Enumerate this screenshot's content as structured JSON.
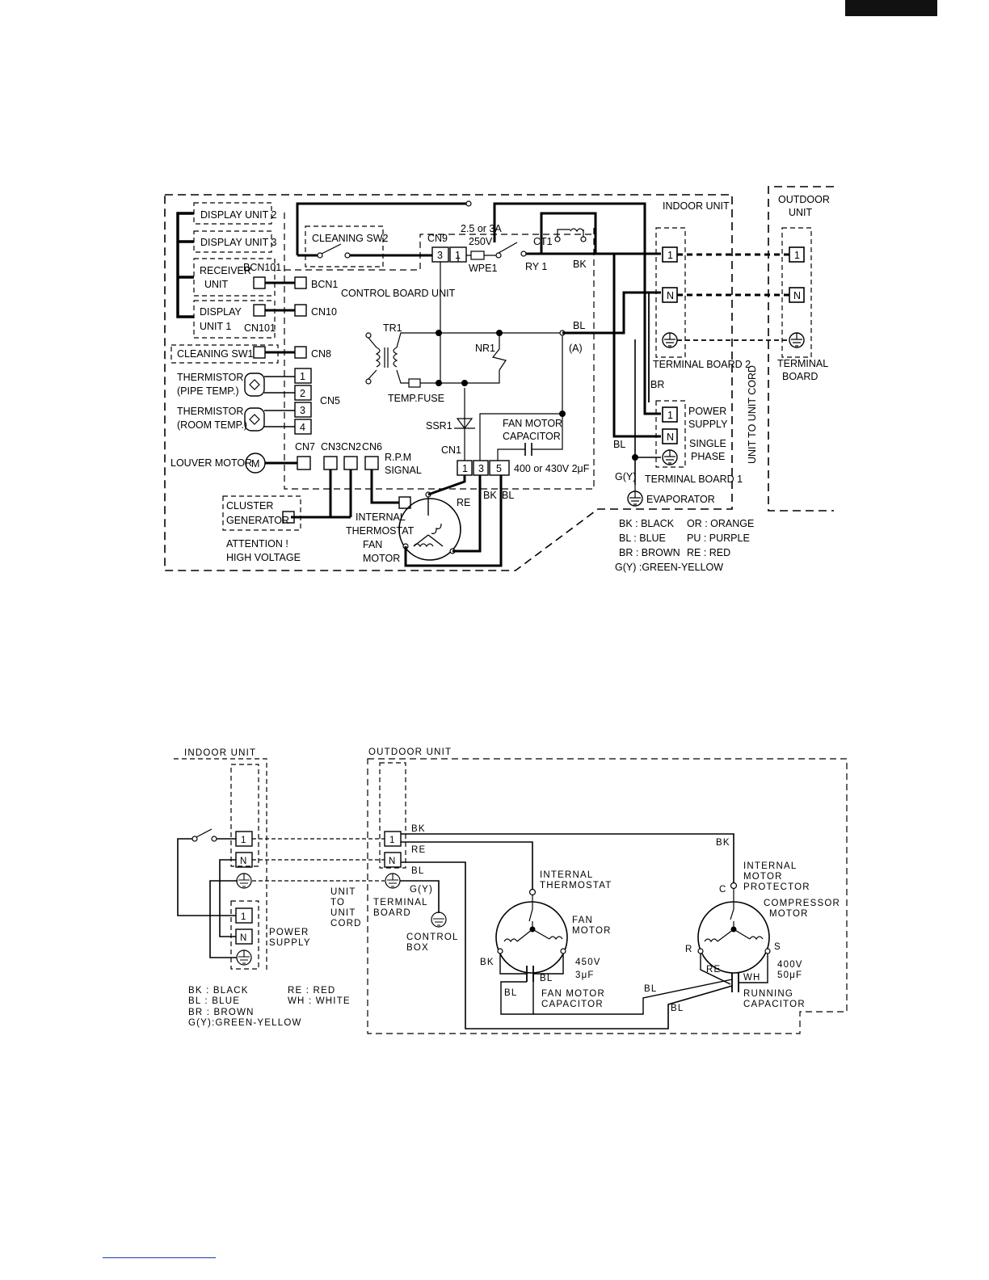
{
  "upper": {
    "display_unit_2": "DISPLAY UNIT 2",
    "display_unit_3": "DISPLAY UNIT 3",
    "cleaning_sw2": "CLEANING SW2",
    "receiver_line1": "RECEIVER",
    "receiver_line2": "UNIT",
    "bcn101": "BCN101",
    "bcn1": "BCN1",
    "display_unit1_line1": "DISPLAY",
    "display_unit1_line2": "UNIT 1",
    "cn101": "CN101",
    "cn10": "CN10",
    "cleaning_sw1": "CLEANING SW1",
    "cn8": "CN8",
    "thermistor_pipe_line1": "THERMISTOR",
    "thermistor_pipe_line2": "(PIPE TEMP.)",
    "thermistor_room_line1": "THERMISTOR",
    "thermistor_room_line2": "(ROOM TEMP.)",
    "cn5": "CN5",
    "pin1": "1",
    "pin2": "2",
    "pin3": "3",
    "pin4": "4",
    "louver_motor": "LOUVER MOTOR",
    "motor_m": "M",
    "cn7": "CN7",
    "cn3": "CN3",
    "cn2": "CN2",
    "cn6": "CN6",
    "rpm_line1": "R.P.M",
    "rpm_line2": "SIGNAL",
    "cluster_line1": "CLUSTER",
    "cluster_line2": "GENERATOR",
    "attention_line1": "ATTENTION !",
    "attention_line2": "HIGH VOLTAGE",
    "internal_thermostat_line1": "INTERNAL",
    "internal_thermostat_line2": "THERMOSTAT",
    "fan_motor_line1": "FAN",
    "fan_motor_line2": "MOTOR",
    "cn9": "CN9",
    "cn9_pin3": "3",
    "cn9_pin1": "1",
    "fuse_rating_line1": "2.5 or 3A",
    "fuse_rating_line2": "250V",
    "wpe1": "WPE1",
    "ct1": "CT1",
    "ry1": "RY 1",
    "bk": "BK",
    "bl": "BL",
    "re": "RE",
    "br": "BR",
    "point_a": "(A)",
    "control_board_unit": "CONTROL BOARD UNIT",
    "tr1": "TR1",
    "nr1": "NR1",
    "temp_fuse": "TEMP.FUSE",
    "ssr1": "SSR1",
    "cn1": "CN1",
    "cn1_pin1": "1",
    "cn1_pin3": "3",
    "cn1_pin5": "5",
    "fan_cap_line1": "FAN MOTOR",
    "fan_cap_line2": "CAPACITOR",
    "fan_cap_rating": "400 or 430V 2μF",
    "indoor_unit": "INDOOR UNIT",
    "outdoor_unit_line1": "OUTDOOR",
    "outdoor_unit_line2": "UNIT",
    "tb_1": "1",
    "tb_n": "N",
    "terminal_board_2": "TERMINAL  BOARD 2",
    "terminal_board_1": "TERMINAL  BOARD 1",
    "power_supply_line1": "POWER",
    "power_supply_line2": "SUPPLY",
    "single_phase_line1": "SINGLE",
    "single_phase_line2": "PHASE",
    "gy": "G(Y)",
    "evaporator": "EVAPORATOR",
    "unit_to_unit_cord": "UNIT TO UNIT CORD",
    "outdoor_terminal_line1": "TERMINAL",
    "outdoor_terminal_line2": "BOARD",
    "legend": [
      "BK  : BLACK",
      "BL  : BLUE",
      "BR  : BROWN",
      "G(Y)  :GREEN-YELLOW",
      "OR : ORANGE",
      "PU  : PURPLE",
      "RE  : RED"
    ]
  },
  "lower": {
    "indoor_unit": "INDOOR UNIT",
    "outdoor_unit": "OUTDOOR UNIT",
    "tb_1": "1",
    "tb_n": "N",
    "power_supply_line1": "POWER",
    "power_supply_line2": "SUPPLY",
    "unit_to_unit_cord": [
      "UNIT",
      "TO",
      "UNIT",
      "CORD"
    ],
    "terminal_board_line1": "TERMINAL",
    "terminal_board_line2": "BOARD",
    "gy": "G(Y)",
    "control_box_line1": "CONTROL",
    "control_box_line2": "BOX",
    "bk": "BK",
    "re": "RE",
    "bl": "BL",
    "wh": "WH",
    "internal_thermostat_line1": "INTERNAL",
    "internal_thermostat_line2": "THERMOSTAT",
    "fan_motor_line1": "FAN",
    "fan_motor_line2": "MOTOR",
    "fan_cap_rating_line1": "450V",
    "fan_cap_rating_line2": "3μF",
    "fan_cap_line1": "FAN MOTOR",
    "fan_cap_line2": "CAPACITOR",
    "imp_line1": "INTERNAL",
    "imp_line2": "MOTOR",
    "imp_line3": "PROTECTOR",
    "comp_motor_line1": "COMPRESSOR",
    "comp_motor_line2": "MOTOR",
    "c": "C",
    "r": "R",
    "s": "S",
    "run_cap_rating_line1": "400V",
    "run_cap_rating_line2": "50μF",
    "run_cap_line1": "RUNNING",
    "run_cap_line2": "CAPACITOR",
    "legend": [
      "BK : BLACK",
      "BL : BLUE",
      "BR : BROWN",
      "G(Y):GREEN-YELLOW",
      "RE : RED",
      "WH : WHITE"
    ]
  }
}
